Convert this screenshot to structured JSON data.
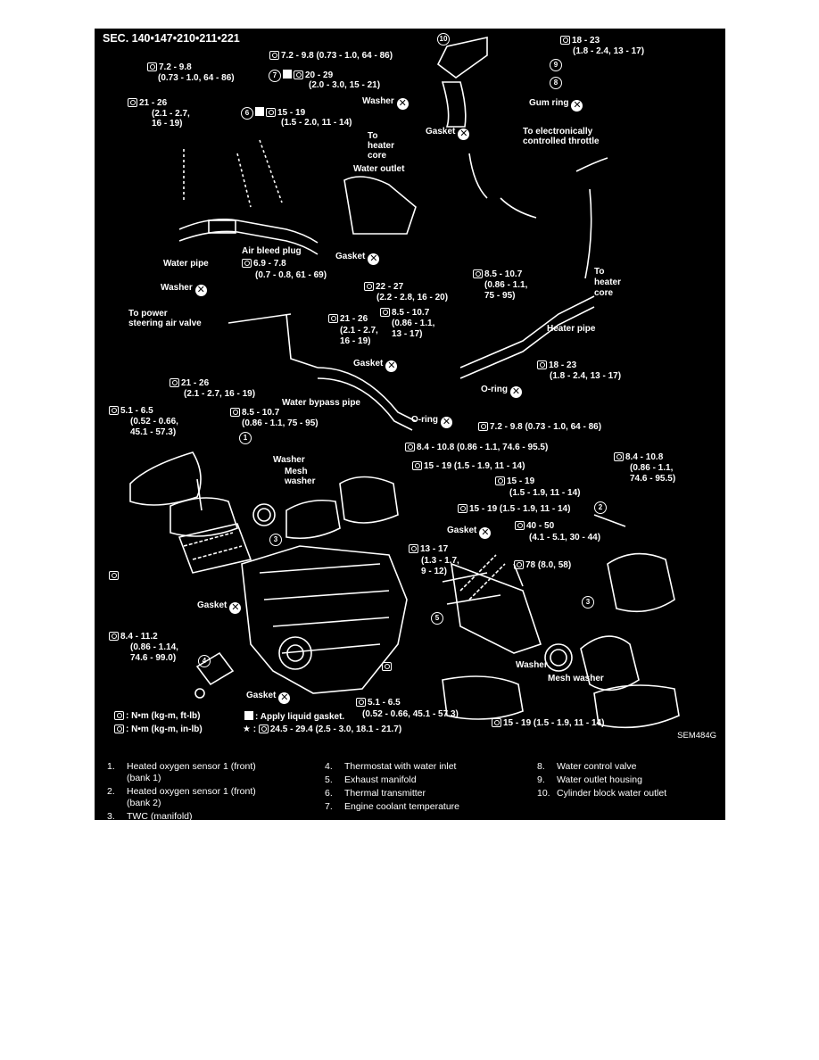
{
  "section_title": "SEC. 140•147•210•211•221",
  "figure_code": "SEM484G",
  "callouts": {
    "c1": "7.2 - 9.8 (0.73 - 1.0, 64 - 86)",
    "c2a": "7.2 - 9.8",
    "c2b": "(0.73 - 1.0, 64 - 86)",
    "c3a": "20 - 29",
    "c3b": "(2.0 - 3.0, 15 - 21)",
    "c4a": "18 - 23",
    "c4b": "(1.8 - 2.4, 13 - 17)",
    "c5a": "21 - 26",
    "c5b": "(2.1 - 2.7,",
    "c5c": "16 - 19)",
    "c6a": "15 - 19",
    "c6b": "(1.5 - 2.0, 11 - 14)",
    "washer1": "Washer",
    "gumring": "Gum ring",
    "to_heater_core1": "To",
    "to_heater_core1b": "heater",
    "to_heater_core1c": "core",
    "water_outlet": "Water outlet",
    "gasket1": "Gasket",
    "to_throttle_a": "To electronically",
    "to_throttle_b": "controlled throttle",
    "gasket2": "Gasket",
    "water_pipe": "Water pipe",
    "air_bleed": "Air bleed plug",
    "c7a": "6.9 - 7.8",
    "c7b": "(0.7 - 0.8, 61 - 69)",
    "washer2": "Washer",
    "c8a": "22 - 27",
    "c8b": "(2.2 - 2.8, 16 - 20)",
    "c9a": "8.5 - 10.7",
    "c9b": "(0.86 - 1.1,",
    "c9c": "75 - 95)",
    "to_heater_core2": "To",
    "to_heater_core2b": "heater",
    "to_heater_core2c": "core",
    "to_power_a": "To power",
    "to_power_b": "steering air valve",
    "c10a": "21 - 26",
    "c10b": "(2.1 - 2.7,",
    "c10c": "16 - 19)",
    "c11a": "8.5 - 10.7",
    "c11b": "(0.86 - 1.1,",
    "c11c": "13 - 17)",
    "heater_pipe": "Heater pipe",
    "gasket3": "Gasket",
    "c12a": "18 - 23",
    "c12b": "(1.8 - 2.4, 13 - 17)",
    "c13a": "21 - 26",
    "c13b": "(2.1 - 2.7, 16 - 19)",
    "oring1": "O-ring",
    "water_bypass": "Water bypass pipe",
    "c14a": "5.1 - 6.5",
    "c14b": "(0.52 - 0.66,",
    "c14c": "45.1 - 57.3)",
    "c15a": "8.5 - 10.7",
    "c15b": "(0.86 - 1.1, 75 - 95)",
    "oring2": "O-ring",
    "c16": "7.2 - 9.8 (0.73 - 1.0, 64 - 86)",
    "c17": "8.4 - 10.8 (0.86 - 1.1, 74.6 - 95.5)",
    "washer3": "Washer",
    "mesh_washer1a": "Mesh",
    "mesh_washer1b": "washer",
    "c18": "15 - 19 (1.5 - 1.9, 11 - 14)",
    "c19a": "8.4 - 10.8",
    "c19b": "(0.86 - 1.1,",
    "c19c": "74.6 - 95.5)",
    "c20a": "15 - 19",
    "c20b": "(1.5 - 1.9, 11 - 14)",
    "c21": "15 - 19 (1.5 - 1.9, 11 - 14)",
    "gasket4": "Gasket",
    "c22a": "40 - 50",
    "c22b": "(4.1 - 5.1, 30 - 44)",
    "c23a": "13 - 17",
    "c23b": "(1.3 - 1.7,",
    "c23c": "9 - 12)",
    "c24": "78 (8.0, 58)",
    "gasket5": "Gasket",
    "c25a": "8.4 - 11.2",
    "c25b": "(0.86 - 1.14,",
    "c25c": "74.6 - 99.0)",
    "washer4": "Washer",
    "mesh_washer2": "Mesh washer",
    "gasket6": "Gasket",
    "c26a": "5.1 - 6.5",
    "c26b": "(0.52 - 0.66, 45.1 - 57.3)",
    "c27": "15 - 19 (1.5 - 1.9, 11 - 14)",
    "key1": ": N•m (kg-m, ft-lb)",
    "key2": ": N•m (kg-m, in-lb)",
    "key3": ": Apply liquid gasket.",
    "key4": "24.5 - 29.4 (2.5 - 3.0, 18.1 - 21.7)"
  },
  "part_numbers": [
    "1",
    "2",
    "3",
    "4",
    "5",
    "6",
    "7",
    "8",
    "9",
    "10"
  ],
  "legend": [
    {
      "num": "1.",
      "text": "Heated oxygen sensor 1 (front)",
      "text2": "(bank 1)"
    },
    {
      "num": "2.",
      "text": "Heated oxygen sensor 1 (front)",
      "text2": "(bank 2)"
    },
    {
      "num": "3.",
      "text": "TWC (manifold)",
      "text2": ""
    },
    {
      "num": "4.",
      "text": "Thermostat with water inlet",
      "text2": ""
    },
    {
      "num": "5.",
      "text": "Exhaust manifold",
      "text2": ""
    },
    {
      "num": "6.",
      "text": "Thermal transmitter",
      "text2": ""
    },
    {
      "num": "7.",
      "text": "Engine coolant temperature",
      "text2": ""
    },
    {
      "num": "8.",
      "text": "Water control valve",
      "text2": ""
    },
    {
      "num": "9.",
      "text": "Water outlet housing",
      "text2": ""
    },
    {
      "num": "10.",
      "text": "Cylinder block water outlet",
      "text2": ""
    }
  ]
}
